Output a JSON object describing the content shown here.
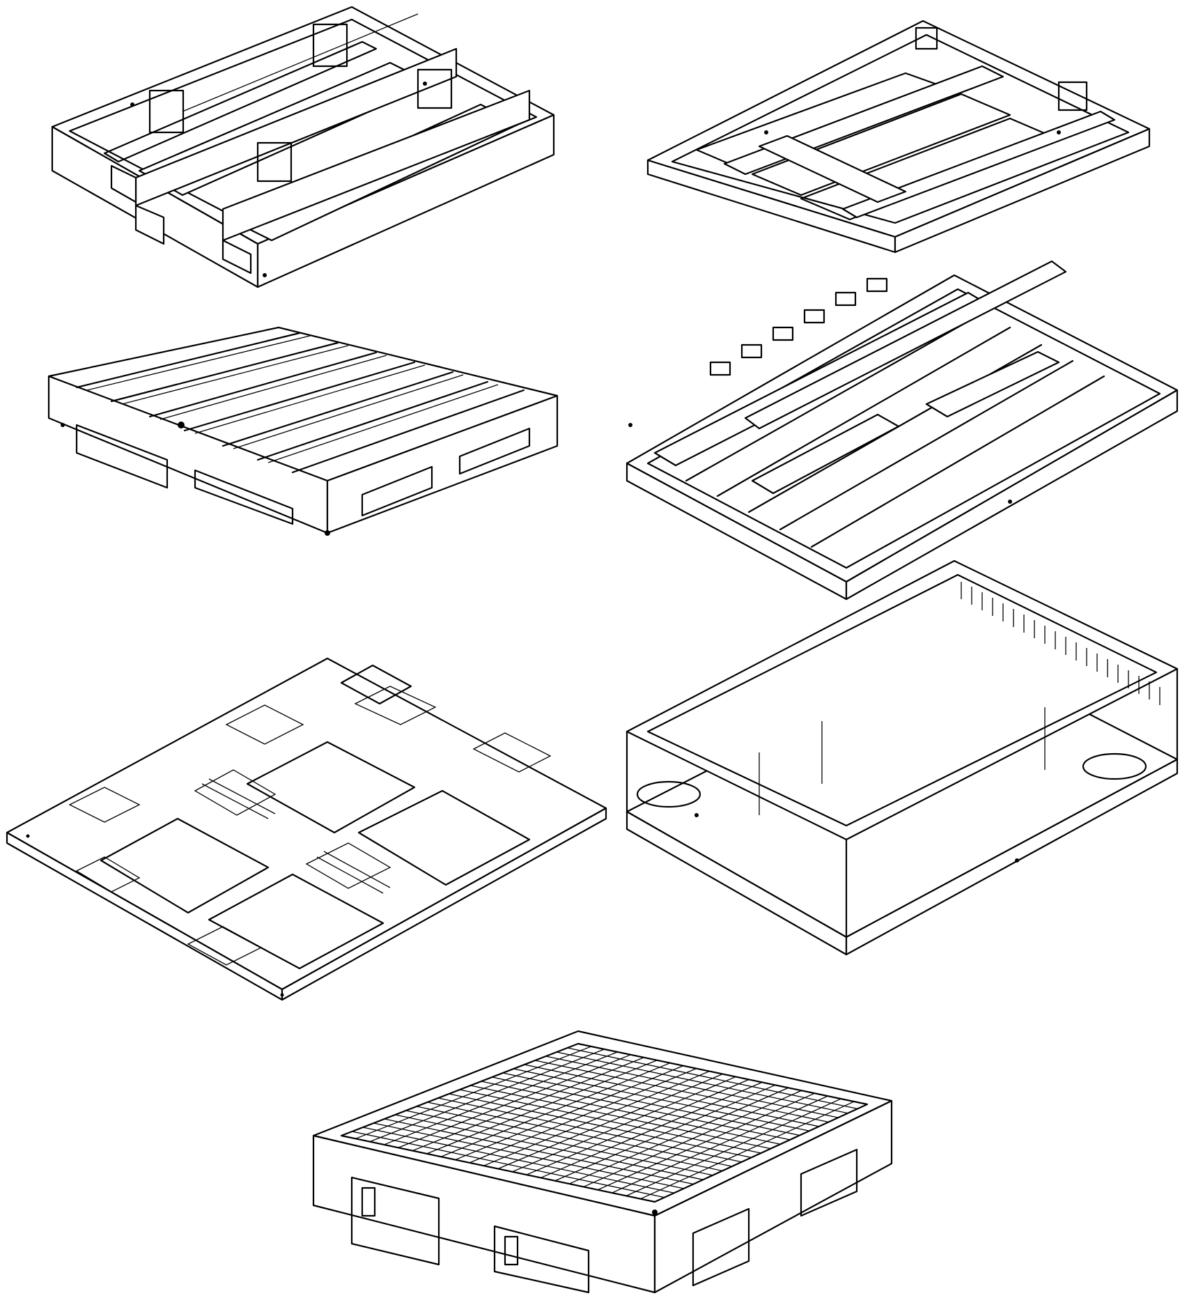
{
  "figure": {
    "views": [
      {
        "id": "fig-a",
        "kind": "block-pallet-bottom-runners"
      },
      {
        "id": "fig-b",
        "kind": "pallet-underside-frame"
      },
      {
        "id": "fig-c",
        "kind": "stringer-pallet-top-deck"
      },
      {
        "id": "fig-d",
        "kind": "pallet-underside-crossboards"
      },
      {
        "id": "fig-e",
        "kind": "nestable-plastic-pallet"
      },
      {
        "id": "fig-f",
        "kind": "solid-bottom-pallet"
      },
      {
        "id": "fig-g",
        "kind": "grid-deck-plastic-pallet"
      }
    ]
  }
}
